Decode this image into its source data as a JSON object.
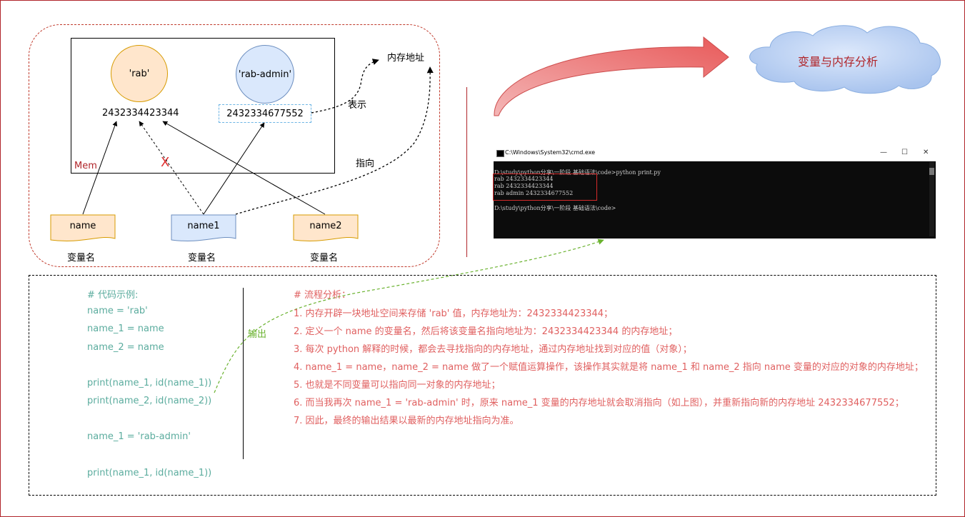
{
  "diagram": {
    "circles": [
      {
        "name": "rab",
        "label": "'rab'",
        "address": "2432334423344"
      },
      {
        "name": "rab-admin",
        "label": "'rab-admin'",
        "address": "2432334677552"
      }
    ],
    "memory_label": "Mem",
    "memory_address_label": "内存地址",
    "represents_label": "表示",
    "points_to_label": "指向",
    "invalid_mark": "X",
    "variables": [
      {
        "name": "name",
        "caption": "变量名"
      },
      {
        "name": "name1",
        "caption": "变量名"
      },
      {
        "name": "name2",
        "caption": "变量名"
      }
    ],
    "cloud_title": "变量与内存分析",
    "output_label": "输出"
  },
  "cmd": {
    "title": "C:\\Windows\\System32\\cmd.exe",
    "lines": [
      "D:\\study\\python分享\\一阶段 基础语法\\code>python print.py",
      "rab 2432334423344",
      "rab 2432334423344",
      "rab admin 2432334677552",
      "",
      "D:\\study\\python分享\\一阶段 基础语法\\code>"
    ]
  },
  "code": {
    "lines": [
      "# 代码示例:",
      "name = 'rab'",
      "name_1 = name",
      "name_2 = name",
      "",
      "print(name_1, id(name_1))",
      "print(name_2, id(name_2))",
      "",
      "name_1 = 'rab-admin'",
      "",
      "print(name_1, id(name_1))"
    ]
  },
  "analysis": {
    "lines": [
      "# 流程分析：",
      "1. 内存开辟一块地址空间来存储 'rab' 值，内存地址为：2432334423344；",
      "2. 定义一个 name 的变量名，然后将该变量名指向地址为：2432334423344 的内存地址；",
      "3. 每次 python 解释的时候，都会去寻找指向的内存地址，通过内存地址找到对应的值（对象）；",
      "4. name_1 = name，name_2 = name 做了一个赋值运算操作，该操作其实就是将 name_1 和 name_2 指向 name 变量的对应的对象的内存地址；",
      "5. 也就是不同变量可以指向同一对象的内存地址；",
      "6. 而当我再次 name_1 = 'rab-admin' 时，原来 name_1 变量的内存地址就会取消指向（如上图），并重新指向新的内存地址 2432334677552；",
      "7. 因此，最终的输出结果以最新的内存地址指向为准。"
    ]
  }
}
